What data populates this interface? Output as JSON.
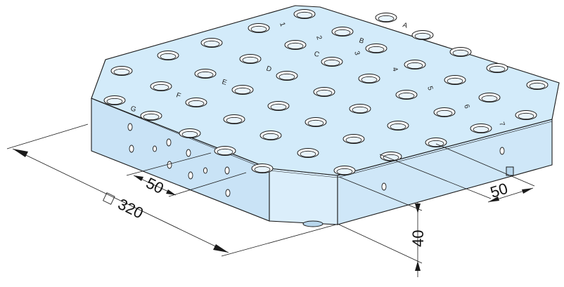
{
  "colors": {
    "top_face": "#d3ebfa",
    "front_face": "#cfe7f8",
    "left_face": "#c9e3f6",
    "chamfer_face": "#dbeefb",
    "edge": "#1a1a1a",
    "background": "#ffffff"
  },
  "dimensions": {
    "overall": "320",
    "overall_symbol": "□",
    "pitch_left": "50",
    "pitch_right": "50",
    "height": "40"
  },
  "row_labels": [
    "A",
    "B",
    "C",
    "D",
    "E",
    "F",
    "G"
  ],
  "column_labels": [
    "1",
    "2",
    "3",
    "4",
    "5",
    "6",
    "7"
  ]
}
